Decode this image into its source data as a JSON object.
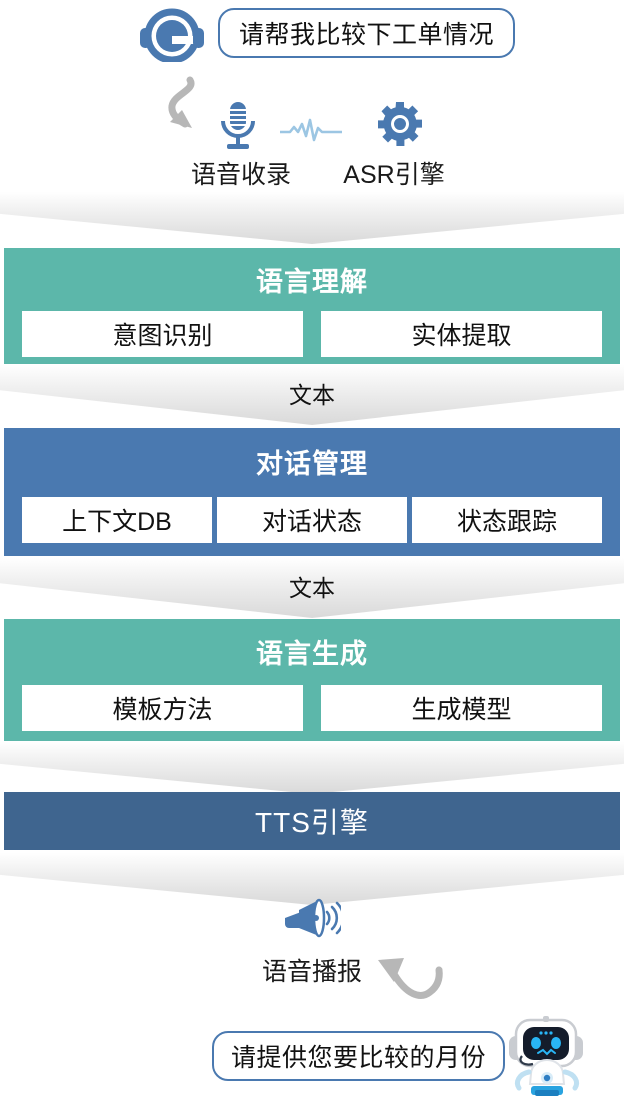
{
  "dialog": {
    "user_utterance": "请帮我比较下工单情况",
    "system_reply": "请提供您要比较的月份"
  },
  "input_stage": {
    "icons": [
      "headset-icon",
      "curve-arrow-icon",
      "microphone-icon",
      "waveform-icon",
      "gear-icon"
    ],
    "labels": {
      "voice_capture": "语音收录",
      "asr_engine": "ASR引擎"
    }
  },
  "connectors": [
    {
      "name": "arrow-input-to-nlu",
      "label": ""
    },
    {
      "name": "arrow-nlu-to-dm",
      "label": "文本"
    },
    {
      "name": "arrow-dm-to-nlg",
      "label": "文本"
    },
    {
      "name": "arrow-nlg-to-tts",
      "label": ""
    },
    {
      "name": "arrow-tts-to-output",
      "label": ""
    }
  ],
  "pipeline": [
    {
      "id": "nlu",
      "title": "语言理解",
      "color": "#5cb7aa",
      "cells": [
        "意图识别",
        "实体提取"
      ]
    },
    {
      "id": "dm",
      "title": "对话管理",
      "color": "#4a79b0",
      "cells": [
        "上下文DB",
        "对话状态",
        "状态跟踪"
      ]
    },
    {
      "id": "nlg",
      "title": "语言生成",
      "color": "#5cb7aa",
      "cells": [
        "模板方法",
        "生成模型"
      ]
    }
  ],
  "tts": {
    "title": "TTS引擎",
    "color": "#3f658f"
  },
  "output_stage": {
    "icons": [
      "megaphone-icon",
      "curve-arrow-icon",
      "robot-icon"
    ],
    "labels": {
      "voice_broadcast": "语音播报"
    }
  },
  "palette": {
    "green": "#5cb7aa",
    "blue": "#4a79b0",
    "dark_blue": "#3f658f",
    "icon_blue": "#4a79b0",
    "wave_blue": "#9cc6e3",
    "arrow_gray": "#b7b7b7",
    "robot_eye": "#29b6f6"
  }
}
